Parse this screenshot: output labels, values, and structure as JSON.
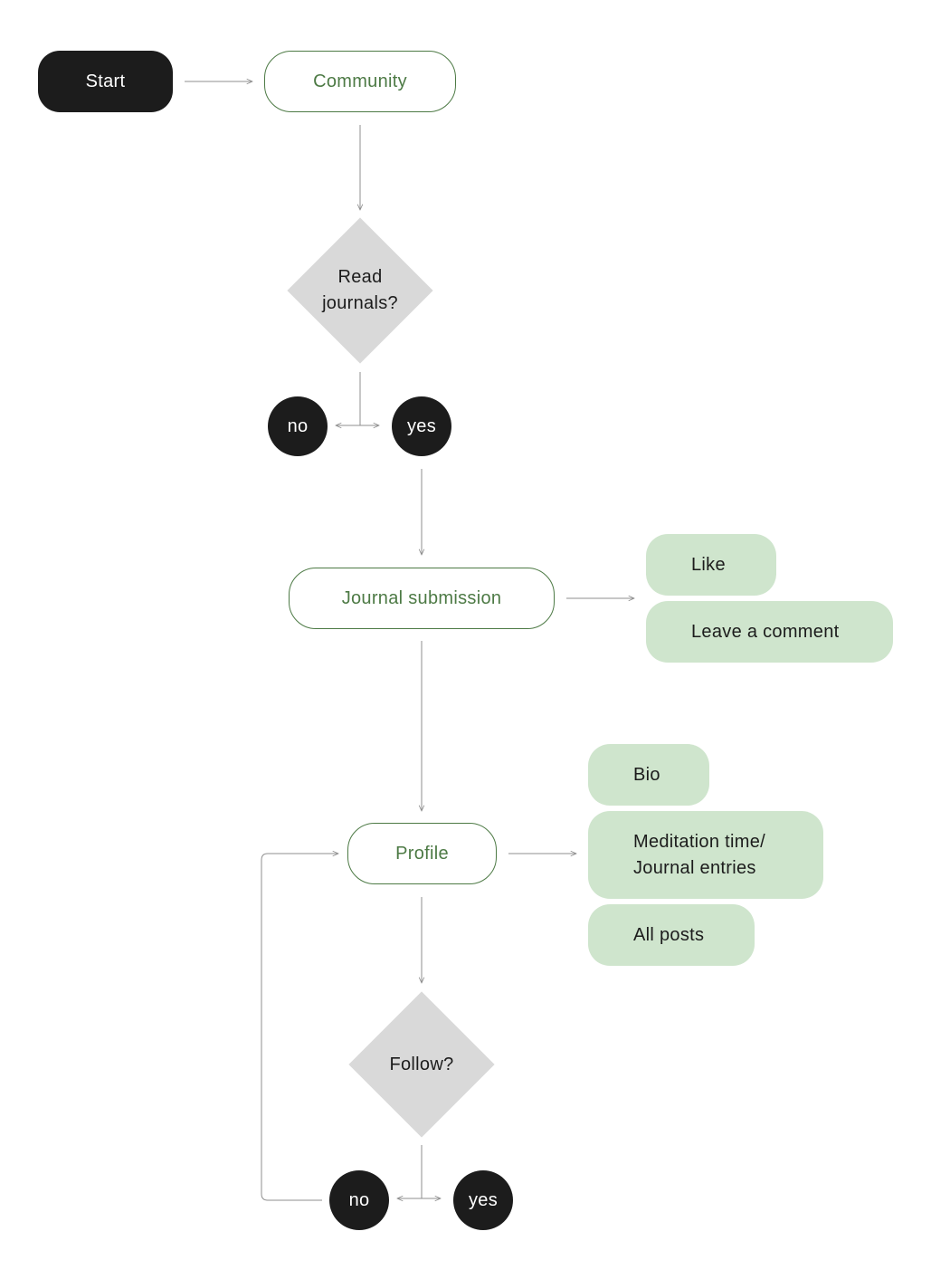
{
  "diagram": {
    "start": "Start",
    "community": "Community",
    "read_journals": "Read journals?",
    "read_no": "no",
    "read_yes": "yes",
    "journal_submission": "Journal submission",
    "like": "Like",
    "leave_comment": "Leave a comment",
    "profile": "Profile",
    "bio": "Bio",
    "meditation_line1": "Meditation time/",
    "meditation_line2": "Journal entries",
    "all_posts": "All posts",
    "follow": "Follow?",
    "follow_no": "no",
    "follow_yes": "yes"
  },
  "colors": {
    "terminal": "#1c1c1c",
    "process_border": "#4d7a45",
    "detail_fill": "#cfe5cd",
    "decision_fill": "#d9d9d9",
    "connector": "#8f8f8f"
  }
}
